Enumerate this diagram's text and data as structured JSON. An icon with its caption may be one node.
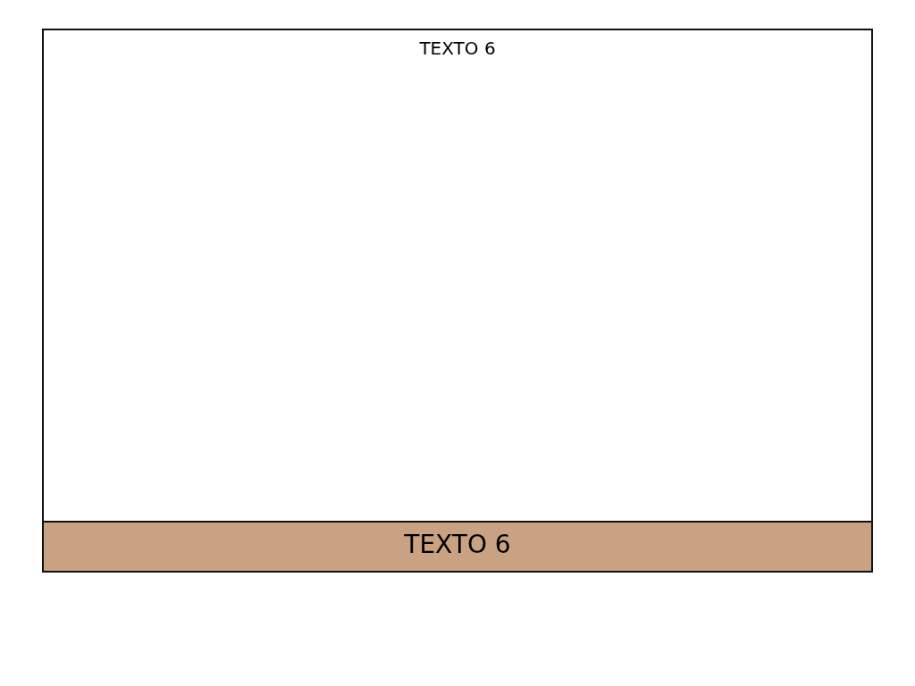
{
  "diagram": {
    "nodes": [
      {
        "text": [
          "TEXTO 6"
        ]
      },
      {
        "text": [
          "TEXTO 6"
        ],
        "in": 0
      }
    ]
  }
}
